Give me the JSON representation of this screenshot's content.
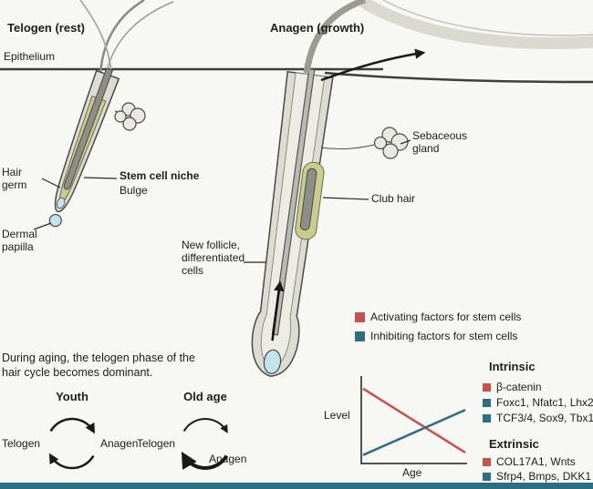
{
  "titles": {
    "telogen": "Telogen (rest)",
    "anagen": "Anagen (growth)"
  },
  "labels": {
    "epithelium": "Epithelium",
    "hair_germ": "Hair germ",
    "stem_cell_niche": "Stem cell niche",
    "bulge": "Bulge",
    "dermal_papilla": "Dermal papilla",
    "sebaceous_gland": "Sebaceous gland",
    "club_hair": "Club hair",
    "new_follicle": "New follicle, differentiated cells"
  },
  "aging": {
    "caption": "During aging, the telogen phase of the hair cycle becomes dominant.",
    "youth": {
      "title": "Youth",
      "phase_left": "Telogen",
      "phase_right": "Anagen"
    },
    "old_age": {
      "title": "Old age",
      "phase_left": "Telogen",
      "phase_right": "Anagen"
    }
  },
  "legend": {
    "activating": "Activating factors for stem cells",
    "inhibiting": "Inhibiting factors for stem cells"
  },
  "chart_data": {
    "type": "line",
    "title": "",
    "xlabel": "Age",
    "ylabel": "Level",
    "x": [
      0,
      1
    ],
    "axis_range": {
      "x": [
        0,
        1
      ],
      "y": [
        0,
        1
      ]
    },
    "grid": false,
    "legend_position": "above",
    "series": [
      {
        "name": "Activating factors for stem cells",
        "color": "#c9504e",
        "y": [
          0.88,
          0.1
        ]
      },
      {
        "name": "Inhibiting factors for stem cells",
        "color": "#2e6e80",
        "y": [
          0.07,
          0.62
        ]
      }
    ]
  },
  "factors": {
    "intrinsic_title": "Intrinsic",
    "intrinsic": [
      {
        "text": "β-catenin",
        "type": "activating"
      },
      {
        "text": "Foxc1, Nfatc1, Lhx2,",
        "type": "inhibiting"
      },
      {
        "text": "TCF3/4, Sox9, Tbx1",
        "type": "inhibiting"
      }
    ],
    "extrinsic_title": "Extrinsic",
    "extrinsic": [
      {
        "text": "COL17A1, Wnts",
        "type": "activating"
      },
      {
        "text": "Sfrp4, Bmps, DKK1",
        "type": "inhibiting"
      }
    ]
  },
  "colors": {
    "activating": "#c9504e",
    "inhibiting": "#2e6e80",
    "bulge_fill": "#c9cc8d",
    "papilla_fill": "#c2e4ea",
    "follicle_fill": "#dcdcd4",
    "footer_bar": "#2e6e80"
  }
}
